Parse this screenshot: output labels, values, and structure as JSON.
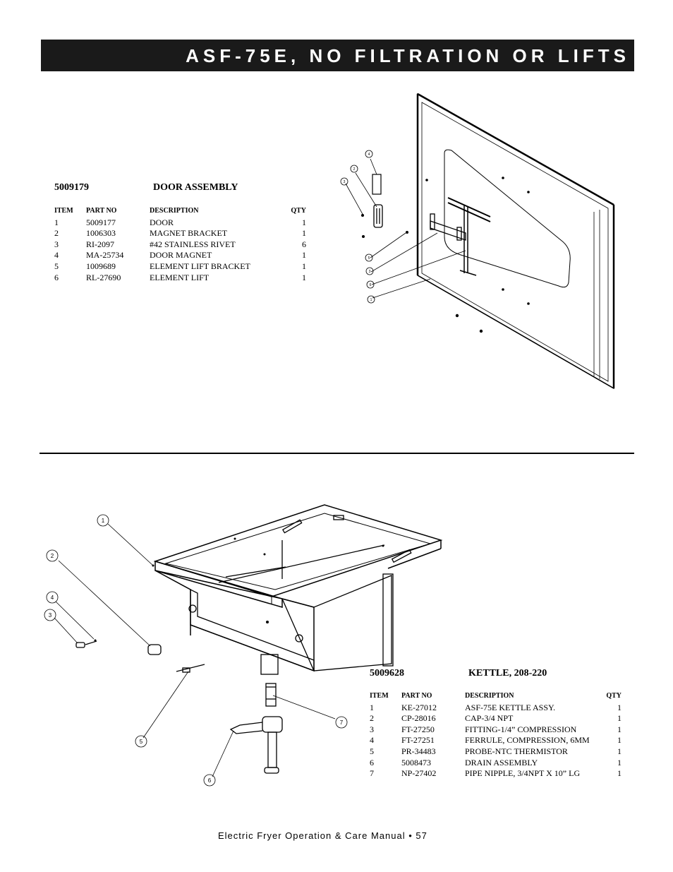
{
  "page": {
    "title": "ASF-75E, NO FILTRATION OR LIFTS",
    "footer": "Electric Fryer Operation & Care Manual • 57"
  },
  "door_assembly": {
    "part_no": "5009179",
    "name": "DOOR ASSEMBLY",
    "columns": [
      "ITEM",
      "PART NO",
      "DESCRIPTION",
      "QTY"
    ],
    "rows": [
      {
        "item": "1",
        "part_no": "5009177",
        "description": "DOOR",
        "qty": "1"
      },
      {
        "item": "2",
        "part_no": "1006303",
        "description": "MAGNET BRACKET",
        "qty": "1"
      },
      {
        "item": "3",
        "part_no": "RI-2097",
        "description": "#42 STAINLESS RIVET",
        "qty": "6"
      },
      {
        "item": "4",
        "part_no": "MA-25734",
        "description": "DOOR MAGNET",
        "qty": "1"
      },
      {
        "item": "5",
        "part_no": "1009689",
        "description": "ELEMENT LIFT BRACKET",
        "qty": "1"
      },
      {
        "item": "6",
        "part_no": "RL-27690",
        "description": "ELEMENT LIFT",
        "qty": "1"
      }
    ],
    "callouts": [
      "4",
      "2",
      "3",
      "5",
      "3",
      "6",
      "1"
    ]
  },
  "kettle": {
    "part_no": "5009628",
    "name": "KETTLE, 208-220",
    "columns": [
      "ITEM",
      "PART NO",
      "DESCRIPTION",
      "QTY"
    ],
    "rows": [
      {
        "item": "1",
        "part_no": "KE-27012",
        "description": "ASF-75E KETTLE ASSY.",
        "qty": "1"
      },
      {
        "item": "2",
        "part_no": "CP-28016",
        "description": "CAP-3/4 NPT",
        "qty": "1"
      },
      {
        "item": "3",
        "part_no": "FT-27250",
        "description": "FITTING-1/4” COMPRESSION",
        "qty": "1"
      },
      {
        "item": "4",
        "part_no": "FT-27251",
        "description": "FERRULE, COMPRESSION, 6MM",
        "qty": "1"
      },
      {
        "item": "5",
        "part_no": "PR-34483",
        "description": "PROBE-NTC THERMISTOR",
        "qty": "1"
      },
      {
        "item": "6",
        "part_no": "5008473",
        "description": "DRAIN ASSEMBLY",
        "qty": "1"
      },
      {
        "item": "7",
        "part_no": "NP-27402",
        "description": "PIPE NIPPLE, 3/4NPT X 10” LG",
        "qty": "1"
      }
    ],
    "callouts": [
      "1",
      "2",
      "4",
      "3",
      "5",
      "6",
      "7"
    ]
  }
}
